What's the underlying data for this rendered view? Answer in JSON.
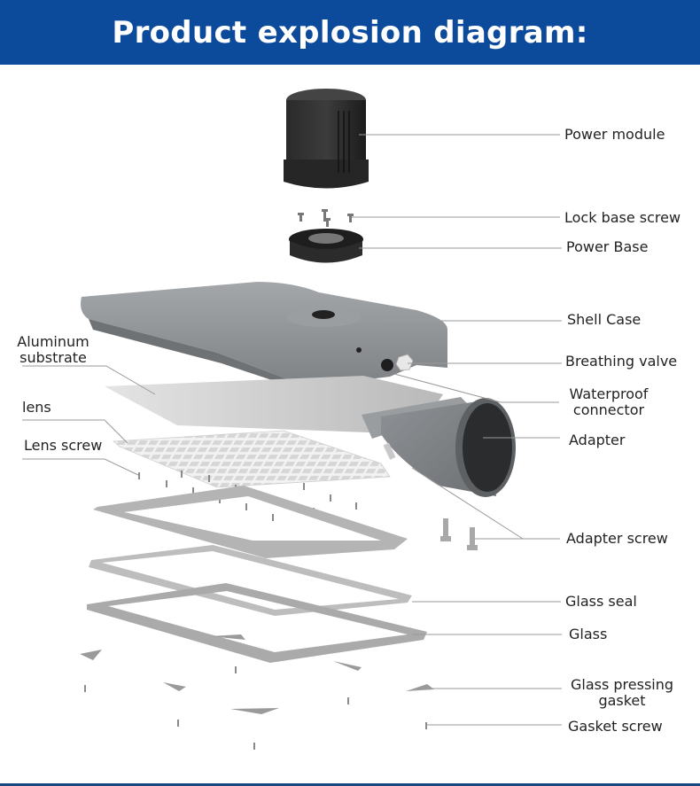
{
  "header": {
    "title": "Product explosion diagram:"
  },
  "colors": {
    "header_bg": "#0c4a9c",
    "footer_line": "#17477f",
    "label_text": "#222222",
    "leader_line": "#9a9a9a"
  },
  "labels": {
    "power_module": "Power module",
    "lock_base_screw": "Lock base screw",
    "power_base": "Power Base",
    "shell_case": "Shell Case",
    "breathing_valve": "Breathing valve",
    "waterproof_connector_1": "Waterproof",
    "waterproof_connector_2": "connector",
    "adapter": "Adapter",
    "adapter_screw": "Adapter screw",
    "glass_seal": "Glass seal",
    "glass": "Glass",
    "glass_pressing_gasket_1": "Glass pressing",
    "glass_pressing_gasket_2": "gasket",
    "gasket_screw": "Gasket screw",
    "aluminum_substrate_1": "Aluminum",
    "aluminum_substrate_2": "substrate",
    "lens": "lens",
    "lens_screw": "Lens screw"
  }
}
